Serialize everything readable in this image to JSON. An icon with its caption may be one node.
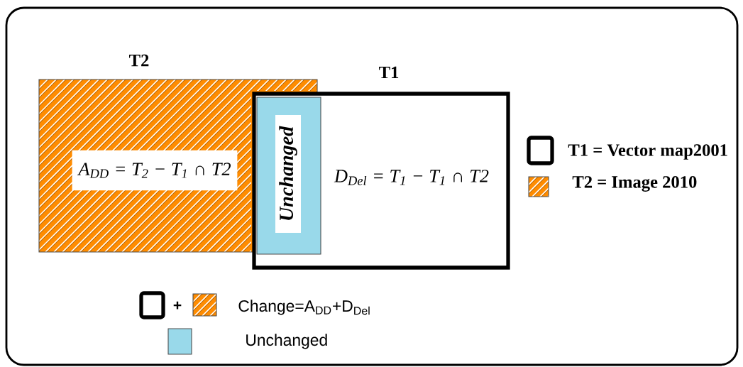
{
  "diagram": {
    "nodes": [
      {
        "text": [
          "T2",
          "A$_{DD}$ = T$_{2}$ − T$_{1}$ ∩ T2"
        ]
      },
      {
        "text": [
          "T1",
          "D$_{Del}$ = T$_{1}$ − T$_{1}$ ∩ T2"
        ]
      },
      {
        "text": [
          "Unchanged"
        ]
      }
    ],
    "labels": [
      "+"
    ],
    "legend": [
      {
        "text": "T1 = Vector map2001"
      },
      {
        "text": "T2 = Image 2010"
      },
      {
        "text": "Change=A$_{DD}$+D$_{Del}$"
      },
      {
        "text": "Unchanged",
        "color": "#99d9ea"
      }
    ]
  }
}
